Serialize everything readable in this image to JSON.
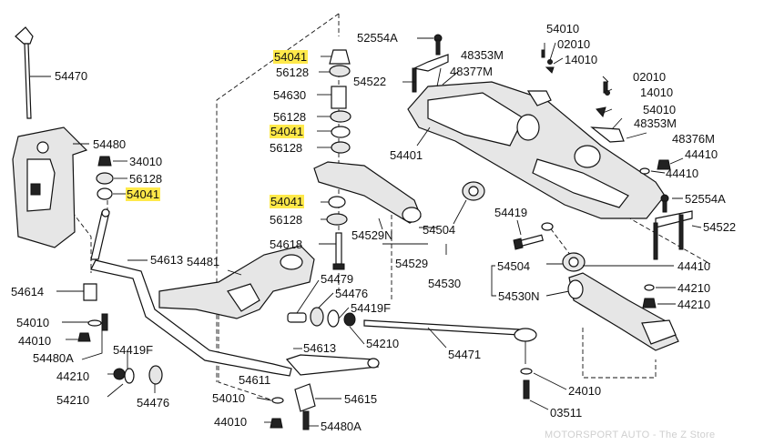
{
  "watermark": "MOTORSPORT AUTO - The Z Store",
  "highlight_color": "#ffe94a",
  "labels": [
    {
      "id": "l54470",
      "text": "54470",
      "hl": false
    },
    {
      "id": "l54480",
      "text": "54480",
      "hl": false
    },
    {
      "id": "l34010",
      "text": "34010",
      "hl": false
    },
    {
      "id": "l56128a",
      "text": "56128",
      "hl": false
    },
    {
      "id": "l54041a",
      "text": "54041",
      "hl": true
    },
    {
      "id": "l54613a",
      "text": "54613",
      "hl": false
    },
    {
      "id": "l54614",
      "text": "54614",
      "hl": false
    },
    {
      "id": "l54010a",
      "text": "54010",
      "hl": false
    },
    {
      "id": "l44010a",
      "text": "44010",
      "hl": false
    },
    {
      "id": "l54480A",
      "text": "54480A",
      "hl": false
    },
    {
      "id": "l54419F",
      "text": "54419F",
      "hl": false
    },
    {
      "id": "l44210a",
      "text": "44210",
      "hl": false
    },
    {
      "id": "l54210a",
      "text": "54210",
      "hl": false
    },
    {
      "id": "l54476a",
      "text": "54476",
      "hl": false
    },
    {
      "id": "l54481",
      "text": "54481",
      "hl": false
    },
    {
      "id": "l54611",
      "text": "54611",
      "hl": false
    },
    {
      "id": "l54613b",
      "text": "54613",
      "hl": false
    },
    {
      "id": "l54010b",
      "text": "54010",
      "hl": false
    },
    {
      "id": "l54615",
      "text": "54615",
      "hl": false
    },
    {
      "id": "l44010b",
      "text": "44010",
      "hl": false
    },
    {
      "id": "l54480Ab",
      "text": "54480A",
      "hl": false
    },
    {
      "id": "l54479",
      "text": "54479",
      "hl": false
    },
    {
      "id": "l54476b",
      "text": "54476",
      "hl": false
    },
    {
      "id": "l54419Fb",
      "text": "54419F",
      "hl": false
    },
    {
      "id": "l54210b",
      "text": "54210",
      "hl": false
    },
    {
      "id": "l54471",
      "text": "54471",
      "hl": false
    },
    {
      "id": "l54041b",
      "text": "54041",
      "hl": true
    },
    {
      "id": "l56128b",
      "text": "56128",
      "hl": false
    },
    {
      "id": "l54630",
      "text": "54630",
      "hl": false
    },
    {
      "id": "l56128c",
      "text": "56128",
      "hl": false
    },
    {
      "id": "l54041c",
      "text": "54041",
      "hl": true
    },
    {
      "id": "l56128d",
      "text": "56128",
      "hl": false
    },
    {
      "id": "l54041d",
      "text": "54041",
      "hl": true
    },
    {
      "id": "l56128e",
      "text": "56128",
      "hl": false
    },
    {
      "id": "l54618",
      "text": "54618",
      "hl": false
    },
    {
      "id": "l54529N",
      "text": "54529N",
      "hl": false
    },
    {
      "id": "l54504a",
      "text": "54504",
      "hl": false
    },
    {
      "id": "l54529",
      "text": "54529",
      "hl": false
    },
    {
      "id": "l52554Aa",
      "text": "52554A",
      "hl": false
    },
    {
      "id": "l54522a",
      "text": "54522",
      "hl": false
    },
    {
      "id": "l48353Ma",
      "text": "48353M",
      "hl": false
    },
    {
      "id": "l48377M",
      "text": "48377M",
      "hl": false
    },
    {
      "id": "l54401",
      "text": "54401",
      "hl": false
    },
    {
      "id": "l54010c",
      "text": "54010",
      "hl": false
    },
    {
      "id": "l02010a",
      "text": "02010",
      "hl": false
    },
    {
      "id": "l14010a",
      "text": "14010",
      "hl": false
    },
    {
      "id": "l02010b",
      "text": "02010",
      "hl": false
    },
    {
      "id": "l14010b",
      "text": "14010",
      "hl": false
    },
    {
      "id": "l54010d",
      "text": "54010",
      "hl": false
    },
    {
      "id": "l48353Mb",
      "text": "48353M",
      "hl": false
    },
    {
      "id": "l48376M",
      "text": "48376M",
      "hl": false
    },
    {
      "id": "l44410a",
      "text": "44410",
      "hl": false
    },
    {
      "id": "l44410b",
      "text": "44410",
      "hl": false
    },
    {
      "id": "l52554Ab",
      "text": "52554A",
      "hl": false
    },
    {
      "id": "l54522b",
      "text": "54522",
      "hl": false
    },
    {
      "id": "l54419",
      "text": "54419",
      "hl": false
    },
    {
      "id": "l54504b",
      "text": "54504",
      "hl": false
    },
    {
      "id": "l44410c",
      "text": "44410",
      "hl": false
    },
    {
      "id": "l54530",
      "text": "54530",
      "hl": false
    },
    {
      "id": "l54530N",
      "text": "54530N",
      "hl": false
    },
    {
      "id": "l44210b",
      "text": "44210",
      "hl": false
    },
    {
      "id": "l44210c",
      "text": "44210",
      "hl": false
    },
    {
      "id": "l24010",
      "text": "24010",
      "hl": false
    },
    {
      "id": "l03511",
      "text": "03511",
      "hl": false
    }
  ]
}
